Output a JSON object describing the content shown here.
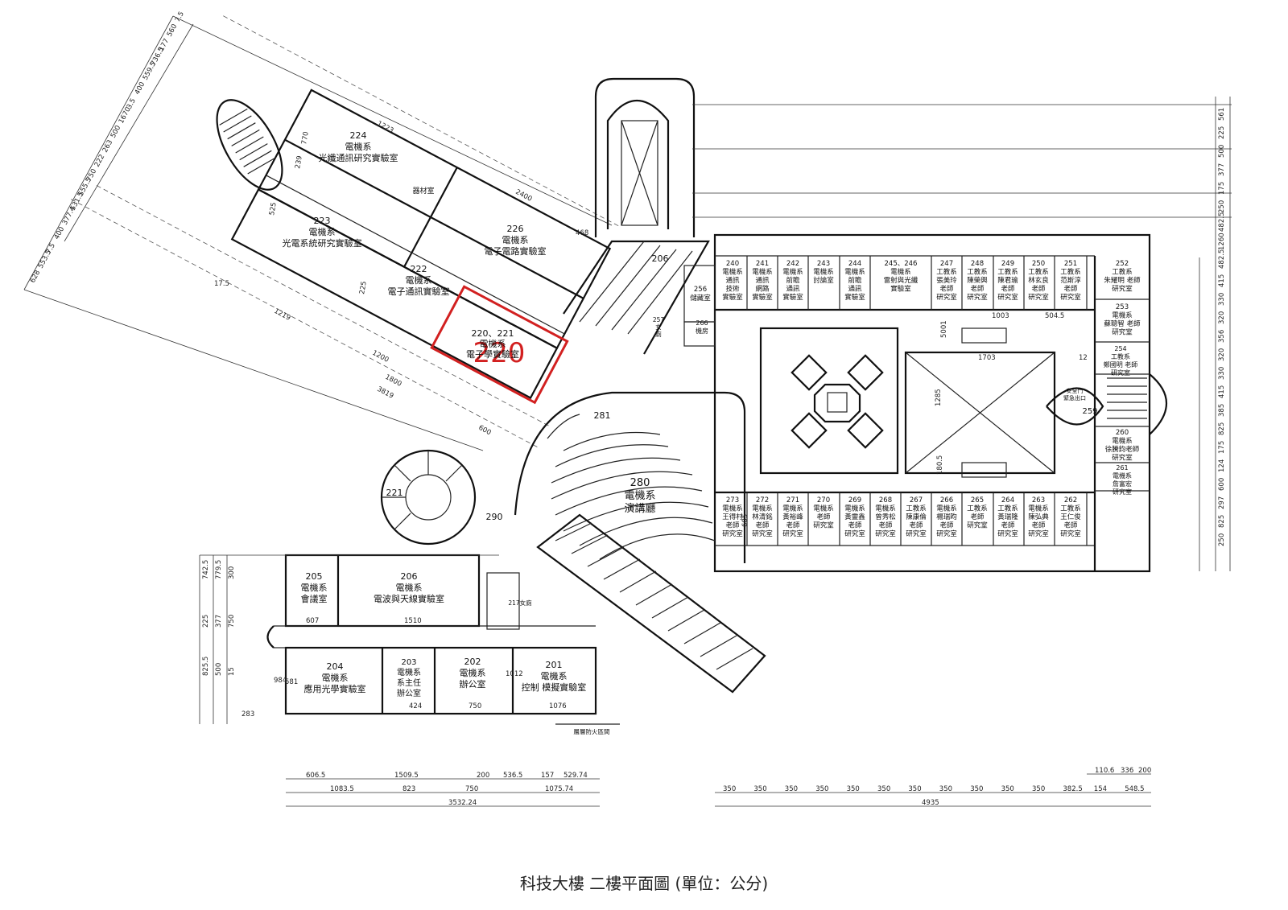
{
  "caption": "科技大樓  二樓平面圖  (單位：公分)",
  "colors": {
    "highlight": "#d22020",
    "ink": "#111111",
    "dim_marker": "#19b6c9"
  },
  "highlight_label": "220",
  "rooms": [
    {
      "id": "r224",
      "lines": [
        "224",
        "電機系",
        "光纖通訊研究實驗室"
      ]
    },
    {
      "id": "r223",
      "lines": [
        "223",
        "電機系",
        "光電系統研究實驗室"
      ]
    },
    {
      "id": "r222",
      "lines": [
        "222",
        "電機系",
        "電子通訊實驗室"
      ]
    },
    {
      "id": "r226",
      "lines": [
        "226",
        "電機系",
        "電子電路實驗室"
      ]
    },
    {
      "id": "r220",
      "lines": [
        "220、221",
        "電機系",
        "電子學實驗室"
      ]
    },
    {
      "id": "rqc",
      "lines": [
        "器材室"
      ]
    },
    {
      "id": "r240",
      "lines": [
        "240",
        "電機系",
        "通訊",
        "技術",
        "實驗室"
      ]
    },
    {
      "id": "r241",
      "lines": [
        "241",
        "電機系",
        "通訊",
        "網路",
        "實驗室"
      ]
    },
    {
      "id": "r242",
      "lines": [
        "242",
        "電機系",
        "前瞻",
        "通訊",
        "實驗室"
      ]
    },
    {
      "id": "r243",
      "lines": [
        "243",
        "電機系",
        "討論室"
      ]
    },
    {
      "id": "r244",
      "lines": [
        "244",
        "電機系",
        "前瞻",
        "通訊",
        "實驗室"
      ]
    },
    {
      "id": "r245",
      "lines": [
        "245、246",
        "電機系",
        "雷射與光纖",
        "實驗室"
      ]
    },
    {
      "id": "r247",
      "lines": [
        "247",
        "工教系",
        "張美玲",
        "老師",
        "研究室"
      ]
    },
    {
      "id": "r248",
      "lines": [
        "248",
        "工教系",
        "陳榮興",
        "老師",
        "研究室"
      ]
    },
    {
      "id": "r249",
      "lines": [
        "249",
        "工教系",
        "陳君瑜",
        "老師",
        "研究室"
      ]
    },
    {
      "id": "r250",
      "lines": [
        "250",
        "工教系",
        "林玄良",
        "老師",
        "研究室"
      ]
    },
    {
      "id": "r251",
      "lines": [
        "251",
        "工教系",
        "范斯淳",
        "老師",
        "研究室"
      ]
    },
    {
      "id": "r252",
      "lines": [
        "252",
        "工教系",
        "朱耀明 老師",
        "研究室"
      ]
    },
    {
      "id": "r253",
      "lines": [
        "253",
        "電機系",
        "蘇聰智 老師",
        "研究室"
      ]
    },
    {
      "id": "r254",
      "lines": [
        "254",
        "工教系",
        "鄭國明 老師",
        "研究室"
      ]
    },
    {
      "id": "r256",
      "lines": [
        "256",
        "儲藏室"
      ]
    },
    {
      "id": "r257",
      "lines": [
        "257",
        "女",
        "廁"
      ]
    },
    {
      "id": "r266b",
      "lines": [
        "266",
        "機房"
      ]
    },
    {
      "id": "r259",
      "lines": [
        "259"
      ]
    },
    {
      "id": "r260",
      "lines": [
        "260",
        "電機系",
        "徐騰鈞老師",
        "研究室"
      ]
    },
    {
      "id": "r261",
      "lines": [
        "261",
        "電機系",
        "詹富宏",
        "研究室"
      ]
    },
    {
      "id": "r262",
      "lines": [
        "262",
        "工教系",
        "王仁俊",
        "老師",
        "研究室"
      ]
    },
    {
      "id": "r263",
      "lines": [
        "263",
        "電機系",
        "陳弘典",
        "老師",
        "研究室"
      ]
    },
    {
      "id": "r264",
      "lines": [
        "264",
        "工教系",
        "黃瑞隆",
        "老師",
        "研究室"
      ]
    },
    {
      "id": "r265",
      "lines": [
        "265",
        "工教系",
        "",
        "老師",
        "研究室"
      ]
    },
    {
      "id": "r266",
      "lines": [
        "266",
        "電機系",
        "楊瑞昀",
        "老師",
        "研究室"
      ]
    },
    {
      "id": "r267",
      "lines": [
        "267",
        "工教系",
        "陳康倫",
        "老師",
        "研究室"
      ]
    },
    {
      "id": "r268",
      "lines": [
        "268",
        "電機系",
        "曾秀松",
        "老師",
        "研究室"
      ]
    },
    {
      "id": "r269",
      "lines": [
        "269",
        "電機系",
        "黃靈鑫",
        "老師",
        "研究室"
      ]
    },
    {
      "id": "r270",
      "lines": [
        "270",
        "電機系",
        "",
        "老師",
        "研究室"
      ]
    },
    {
      "id": "r271",
      "lines": [
        "271",
        "電機系",
        "黃裕峰",
        "老師",
        "研究室"
      ]
    },
    {
      "id": "r272",
      "lines": [
        "272",
        "電機系",
        "林清銘",
        "老師",
        "研究室"
      ]
    },
    {
      "id": "r273",
      "lines": [
        "273",
        "電機系",
        "王得村",
        "老師",
        "研究室"
      ]
    },
    {
      "id": "r281",
      "lines": [
        "281"
      ]
    },
    {
      "id": "r280",
      "lines": [
        "280",
        "電機系",
        "演講廳"
      ]
    },
    {
      "id": "r221s",
      "lines": [
        "221"
      ]
    },
    {
      "id": "r290",
      "lines": [
        "290"
      ]
    },
    {
      "id": "r206s",
      "lines": [
        "206"
      ]
    },
    {
      "id": "r205",
      "lines": [
        "205",
        "電機系",
        "會議室"
      ]
    },
    {
      "id": "r206",
      "lines": [
        "206",
        "電機系",
        "電波與天線實驗室"
      ]
    },
    {
      "id": "r204",
      "lines": [
        "204",
        "電機系",
        "應用光學實驗室"
      ]
    },
    {
      "id": "r203",
      "lines": [
        "203",
        "電機系",
        "系主任",
        "辦公室"
      ]
    },
    {
      "id": "r202",
      "lines": [
        "202",
        "電機系",
        "辦公室"
      ]
    },
    {
      "id": "r201",
      "lines": [
        "201",
        "電機系",
        "控制 模擬實驗室"
      ]
    },
    {
      "id": "r217",
      "lines": [
        "217女廁"
      ]
    },
    {
      "id": "rsafe",
      "lines": [
        "安全門",
        "緊急出口"
      ]
    },
    {
      "id": "rfire",
      "lines": [
        "層層防火區間"
      ]
    }
  ],
  "dimensions": {
    "bottom_left_row1": [
      "606.5",
      "1509.5",
      "200",
      "536.5",
      "157",
      "529.74"
    ],
    "bottom_left_row2": [
      "1083.5",
      "823",
      "750",
      "1075.74"
    ],
    "bottom_left_total": "3532.24",
    "bottom_right_row1": [
      "350",
      "350",
      "350",
      "350",
      "350",
      "350",
      "350",
      "350",
      "350",
      "350",
      "350",
      "382.5",
      "154",
      "548.5"
    ],
    "bottom_right_extra": [
      "110.6",
      "336",
      "200"
    ],
    "bottom_right_total": "4935",
    "right_side": [
      "561",
      "225",
      "500",
      "377",
      "175",
      "250",
      "482.5",
      "1260",
      "482.5",
      "415",
      "330",
      "320",
      "356",
      "320",
      "330",
      "415",
      "385",
      "825",
      "175",
      "124",
      "600",
      "297",
      "825",
      "250"
    ],
    "left_top": [
      "1223",
      "2400",
      "770",
      "239",
      "525",
      "468",
      "1219",
      "1200",
      "1800",
      "3819",
      "600",
      "17.5",
      "225"
    ],
    "diag_left": [
      "7.5",
      "560",
      "177",
      "736.5",
      "559.5",
      "400",
      "3.5",
      "1670",
      "500",
      "263",
      "222",
      "750",
      "555.5",
      "531.5",
      "377.4",
      "400",
      "7.5",
      "553.5",
      "628"
    ],
    "bottom_block": [
      "742.5",
      "779.5",
      "300",
      "225",
      "377",
      "750",
      "825.5",
      "500",
      "15",
      "283",
      "607",
      "1510",
      "581",
      "1012",
      "984",
      "750",
      "1076",
      "424"
    ],
    "misc": [
      "1285",
      "1703",
      "1003",
      "504.5",
      "180.5",
      "5001",
      "605",
      "12"
    ]
  }
}
